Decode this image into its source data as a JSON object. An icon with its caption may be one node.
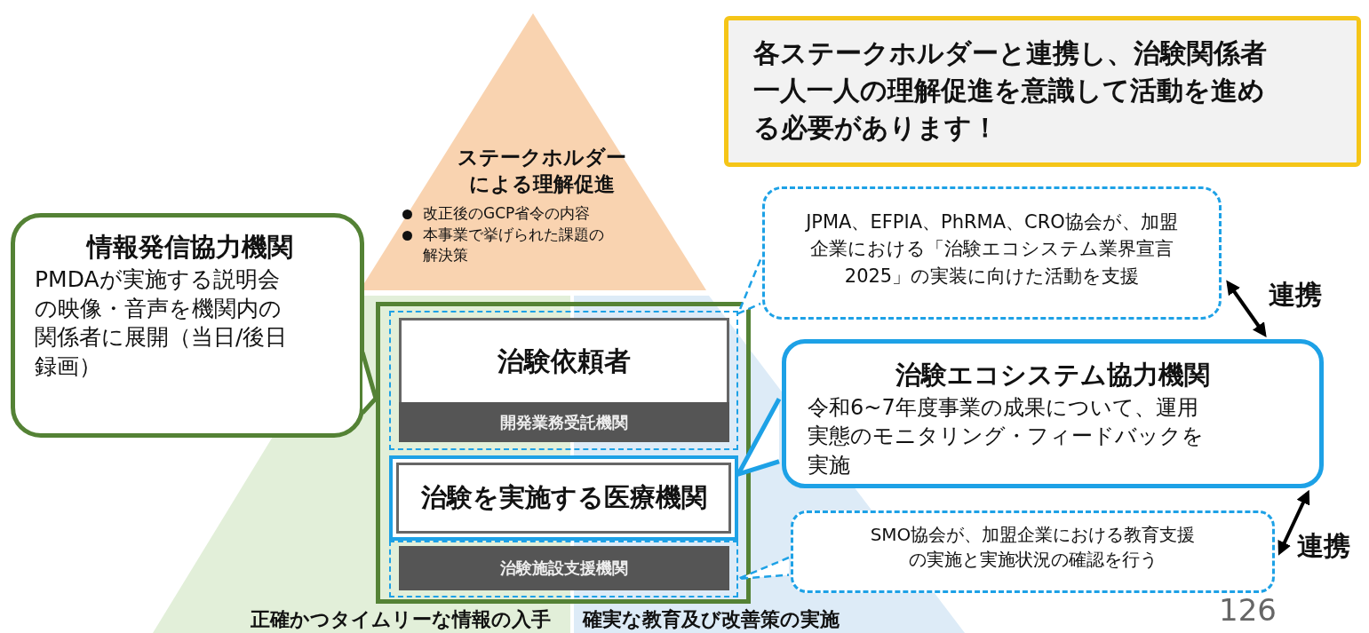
{
  "diagram": {
    "nodes": [
      {
        "text": [
          "ステークホルダーによる理解促進",
          "改正後のGCP省令の内容",
          "本事業で挙げられた課題の解決策"
        ]
      },
      {
        "text": [
          "正確かつタイムリーな情報の入手"
        ]
      },
      {
        "text": [
          "確実な教育及び改善策の実施"
        ]
      },
      {
        "text": [],
        "shape": "box"
      },
      {
        "text": [],
        "shape": "box",
        "in": 3
      },
      {
        "text": [
          "治験依頼者"
        ],
        "in": 4
      },
      {
        "text": [
          "開発業務受託機関"
        ],
        "in": 4
      },
      {
        "text": [
          "治験を実施する医療機関"
        ],
        "in": 3
      },
      {
        "text": [],
        "shape": "box",
        "in": 3
      },
      {
        "text": [
          "治験施設支援機関"
        ],
        "in": 8
      },
      {
        "text": [
          "情報発信協力機関",
          "PMDAが実施する説明会の映像・音声を機関内の関係者に展開（当日/後日録画）"
        ]
      },
      {
        "text": [
          "JPMA、EFPIA、PhRMA、CRO協会が、加盟企業における「治験エコシステム業界宣言2025」の実装に向けた活動を支援"
        ]
      },
      {
        "text": [
          "治験エコシステム協力機関",
          "令和6~7年度事業の成果について、運用実態のモニタリング・フィードバックを実施"
        ]
      },
      {
        "text": [
          "SMO協会が、加盟企業における教育支援の実施と実施状況の確認を行う"
        ]
      },
      {
        "text": [
          "各ステークホルダーと連携し、治験関係者一人一人の理解促進を意識して活動を進める必要があります！"
        ]
      }
    ],
    "edges": [
      {
        "from": 10,
        "to": 3,
        "arrow": "none",
        "color": "#548235"
      },
      {
        "from": 11,
        "to": 4,
        "arrow": "none",
        "style": "dashed"
      },
      {
        "from": 12,
        "to": 7,
        "arrow": "none"
      },
      {
        "from": 13,
        "to": 8,
        "arrow": "none",
        "style": "dashed"
      },
      {
        "from": 11,
        "to": 12,
        "arrow": "both",
        "label": "連携",
        "color": "#000000"
      },
      {
        "from": 13,
        "to": 12,
        "arrow": "both",
        "label": "連携",
        "color": "#000000"
      }
    ],
    "labels": [
      "126"
    ]
  }
}
